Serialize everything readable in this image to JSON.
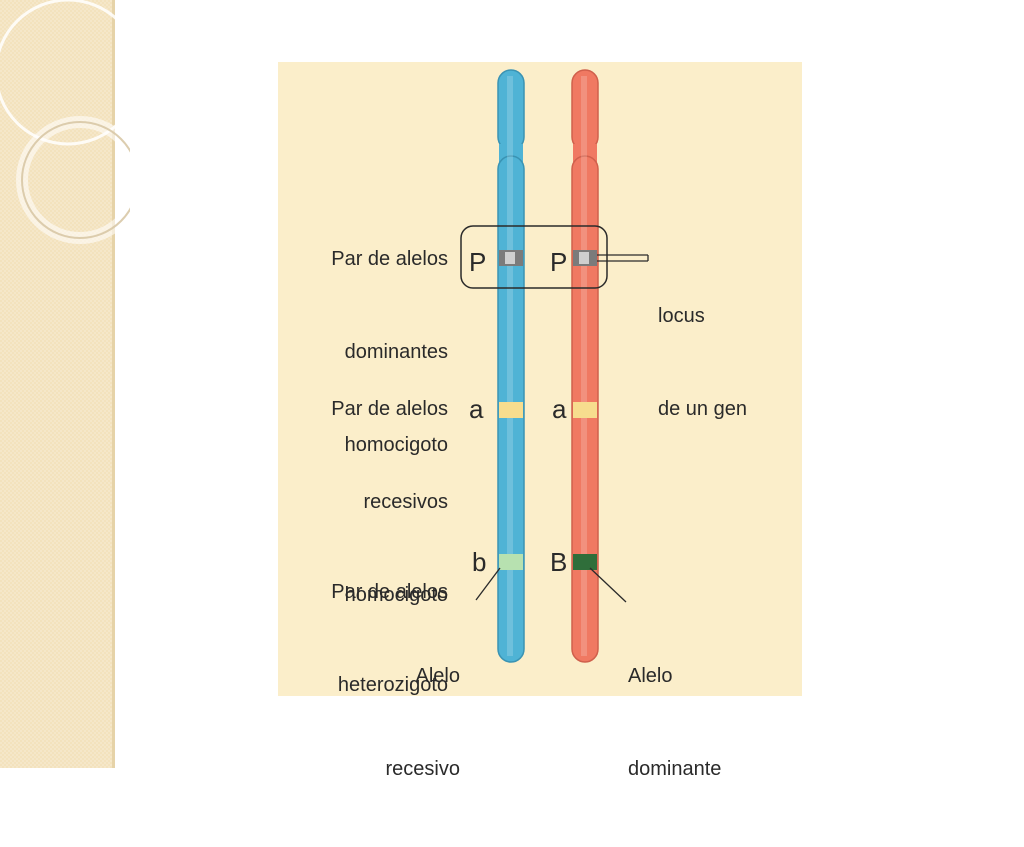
{
  "figure": {
    "groups": [
      {
        "label_lines": [
          "Par de alelos",
          "dominantes",
          "homocigoto"
        ],
        "allele_left": "P",
        "allele_right": "P"
      },
      {
        "label_lines": [
          "Par de alelos",
          "recesivos",
          "homocigoto"
        ],
        "allele_left": "a",
        "allele_right": "a"
      },
      {
        "label_lines": [
          "Par de alelos",
          "heterozigoto"
        ],
        "allele_left": "b",
        "allele_right": "B"
      }
    ],
    "locus_callout": [
      "locus",
      "de un gen"
    ],
    "recessive_callout": [
      "Alelo",
      "recesivo"
    ],
    "dominant_callout": [
      "Alelo",
      "dominante"
    ],
    "colors": {
      "panel": "#fbeeca",
      "chromosome_left": "#4fb3d5",
      "chromosome_right": "#f07962",
      "band_dominant": "#7b7b7b",
      "band_recessive": "#f7dd8e",
      "band_b_recessive": "#b7e1b0",
      "band_b_dominant": "#2f6e3a"
    }
  }
}
